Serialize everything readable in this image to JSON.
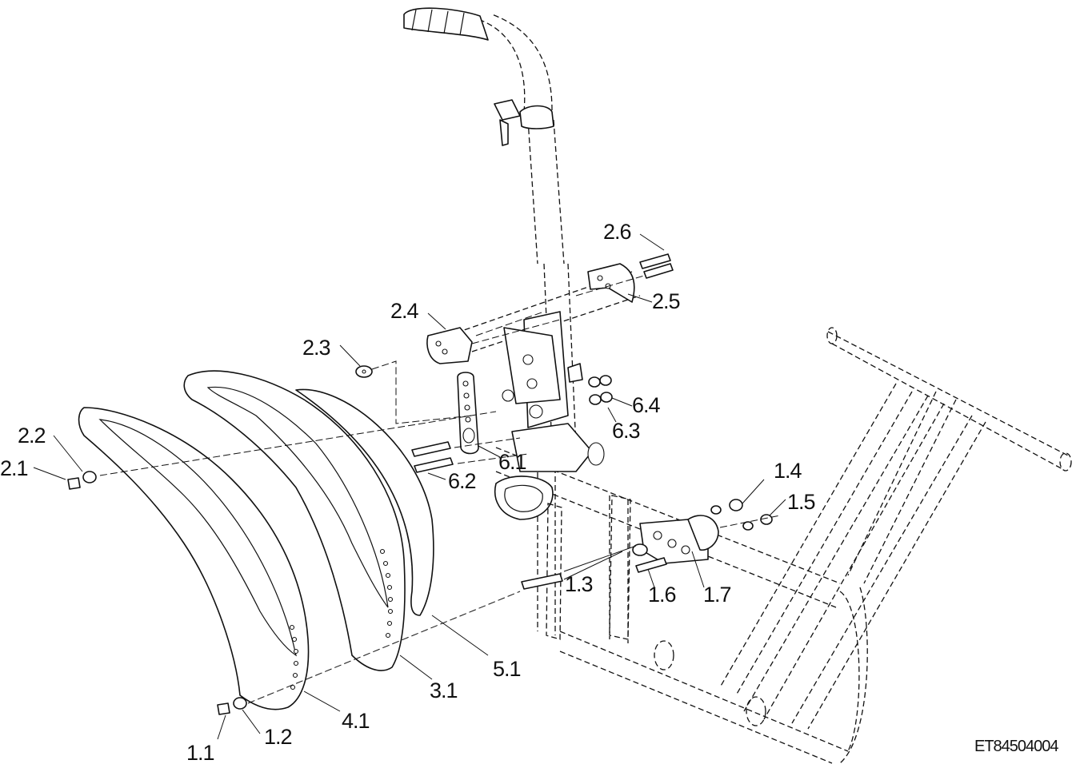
{
  "callouts": {
    "c1_1": "1.1",
    "c1_2": "1.2",
    "c1_3": "1.3",
    "c1_4": "1.4",
    "c1_5": "1.5",
    "c1_6": "1.6",
    "c1_7": "1.7",
    "c2_1": "2.1",
    "c2_2": "2.2",
    "c2_3": "2.3",
    "c2_4": "2.4",
    "c2_5": "2.5",
    "c2_6": "2.6",
    "c3_1": "3.1",
    "c4_1": "4.1",
    "c5_1": "5.1",
    "c6_1": "6.1",
    "c6_2": "6.2",
    "c6_3": "6.3",
    "c6_4": "6.4"
  },
  "drawing_number": "ET84504004"
}
